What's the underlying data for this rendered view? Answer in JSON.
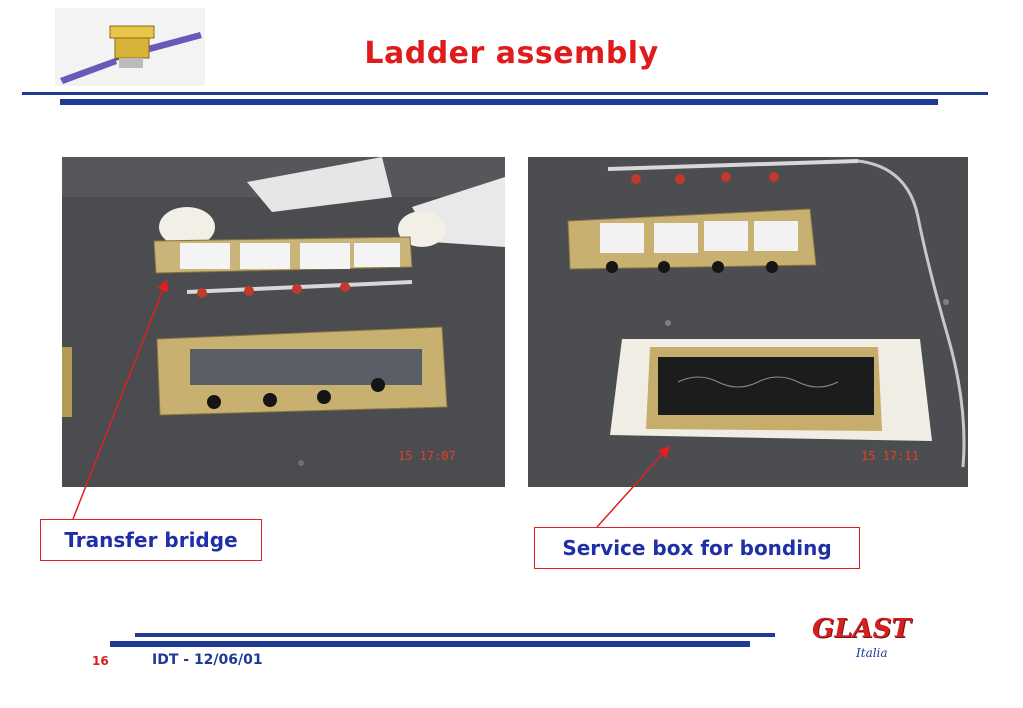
{
  "slide": {
    "title": "Ladder assembly",
    "colors": {
      "title": "#e01b1b",
      "rule": "#1f3a93",
      "callout_border": "#e02020",
      "callout_text": "#1f2fa8"
    },
    "photos": [
      {
        "timestamp": "15 17:07"
      },
      {
        "timestamp": "15 17:11"
      }
    ],
    "callouts": {
      "left": "Transfer bridge",
      "right": "Service box for bonding"
    },
    "footer": {
      "slide_number": "16",
      "text": "IDT - 12/06/01",
      "brand": "GLAST",
      "brand_sub": "Italia"
    }
  }
}
